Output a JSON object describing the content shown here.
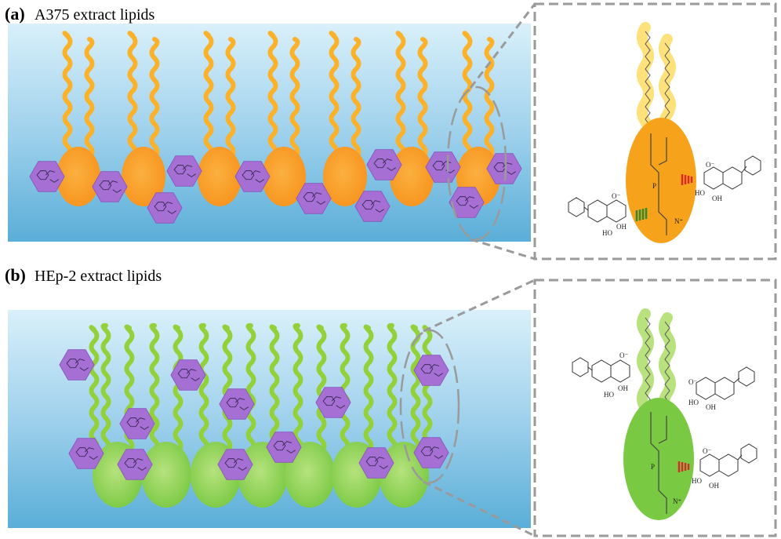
{
  "panels": [
    {
      "letter": "(a)",
      "caption": "A375 extract lipids",
      "lipid_color": "#f7a21b",
      "head_color": "#f7941d",
      "head_light": "#fcc35a",
      "tail_color": "#fbb22a",
      "interaction_mark_colors": [
        "#d92a2a",
        "#2e8b2e"
      ]
    },
    {
      "letter": "(b)",
      "caption": "HEp-2 extract lipids",
      "lipid_color": "#8ccf35",
      "head_color": "#7ac943",
      "head_light": "#b2e080",
      "tail_color": "#93d13a",
      "interaction_mark_colors": [
        "#d92a2a"
      ]
    }
  ],
  "molecule_color": "#a66fd4",
  "membrane_gradient": [
    "#d7eef9",
    "#5aaed8"
  ],
  "zoom_box_color": "#9a9a9a",
  "chem_labels": {
    "oxide": "O⁻",
    "ho": "HO",
    "oh": "OH",
    "o": "O",
    "n_plus": "N⁺",
    "p": "P"
  }
}
